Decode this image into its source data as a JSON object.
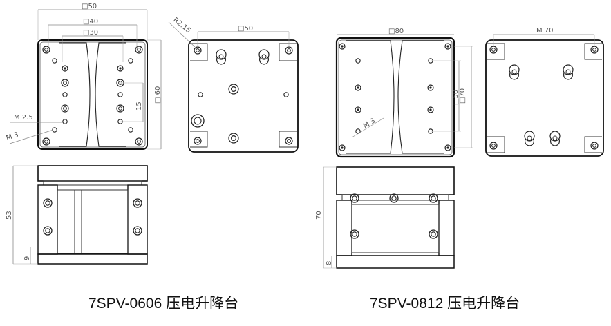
{
  "captions": {
    "left": "7SPV-0606 压电升降台",
    "right": "7SPV-0812 压电升降台"
  },
  "left_stage": {
    "top_view": {
      "dim_width_outer": "□50",
      "dim_width_40": "□40",
      "dim_width_30": "□30",
      "dim_height": "□ 60",
      "dim_pitch": "15",
      "thread_small": "M 2.5",
      "thread_large": "M 3"
    },
    "bottom_view": {
      "dim_radius": "R2.15",
      "dim_width": "□50"
    },
    "side_view": {
      "dim_height": "53",
      "dim_base": "9"
    }
  },
  "right_stage": {
    "top_view": {
      "dim_width": "□80",
      "dim_50": "□50",
      "dim_70": "□70",
      "thread": "M 3"
    },
    "bottom_view": {
      "dim_width": "M 70"
    },
    "side_view": {
      "dim_height": "70",
      "dim_base": "8"
    }
  }
}
